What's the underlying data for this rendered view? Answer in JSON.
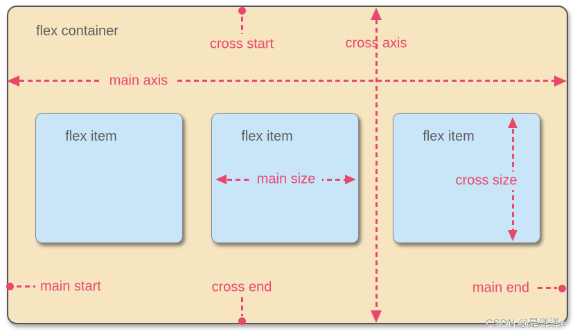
{
  "container": {
    "label": "flex container"
  },
  "items": [
    {
      "label": "flex item"
    },
    {
      "label": "flex item",
      "size_label": "main size"
    },
    {
      "label": "flex item",
      "size_label": "cross size"
    }
  ],
  "axes": {
    "main_axis_label": "main axis",
    "cross_axis_label": "cross axis"
  },
  "markers": {
    "main_start": "main start",
    "main_end": "main end",
    "cross_start": "cross start",
    "cross_end": "cross end"
  },
  "watermark": "CSDN @是洋洋a",
  "colors": {
    "accent_pink": "#e8486d",
    "container_bg": "#f6e5bf",
    "item_bg": "#c9e5f8",
    "container_border": "#53565a",
    "text_gray": "#5d5e60",
    "page_bg": "#ffffff"
  }
}
